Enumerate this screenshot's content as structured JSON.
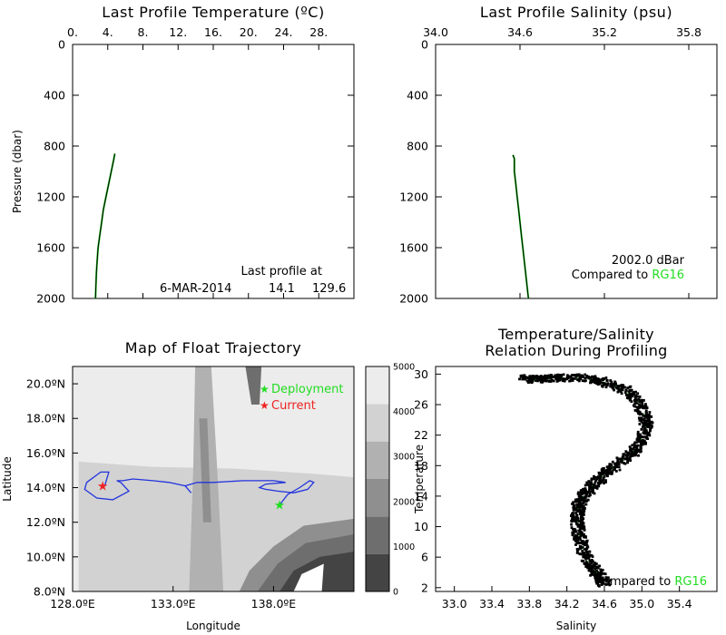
{
  "chart_data": [
    {
      "type": "line",
      "id": "temp",
      "title": "Last Profile Temperature (ºC)",
      "xlabel": "",
      "ylabel": "Pressure (dbar)",
      "xlim": [
        0,
        32
      ],
      "ylim": [
        2000,
        0
      ],
      "xticks": [
        0,
        4,
        8,
        12,
        16,
        20,
        24,
        28
      ],
      "xtick_labels": [
        "0.",
        "4.",
        "8.",
        "12.",
        "16.",
        "20.",
        "24.",
        "28."
      ],
      "yticks": [
        0,
        400,
        800,
        1200,
        1600,
        2000
      ],
      "series": [
        {
          "values_x": [
            4.8,
            4.7,
            4.4,
            4.1,
            3.8,
            3.5,
            3.3,
            3.1,
            2.9,
            2.8,
            2.7,
            2.6
          ],
          "values_y": [
            860,
            900,
            1000,
            1100,
            1200,
            1300,
            1400,
            1500,
            1600,
            1700,
            1800,
            2000
          ]
        }
      ],
      "annotation": {
        "line1": "Last profile at",
        "date": "6-MAR-2014",
        "lat": "14.1",
        "lon": "129.6"
      }
    },
    {
      "type": "line",
      "id": "salt",
      "title": "Last Profile Salinity (psu)",
      "xlabel": "",
      "ylabel": "",
      "xlim": [
        34.0,
        36.0
      ],
      "ylim": [
        2000,
        0
      ],
      "xticks": [
        34.0,
        34.6,
        35.2,
        35.8
      ],
      "xtick_labels": [
        "34.0",
        "34.6",
        "35.2",
        "35.8"
      ],
      "yticks": [
        0,
        400,
        800,
        1200,
        1600,
        2000
      ],
      "series": [
        {
          "values_x": [
            34.55,
            34.56,
            34.56,
            34.57,
            34.58,
            34.59,
            34.6,
            34.61,
            34.62,
            34.64,
            34.66
          ],
          "values_y": [
            870,
            900,
            1000,
            1100,
            1200,
            1300,
            1400,
            1500,
            1600,
            1800,
            2000
          ]
        }
      ],
      "annotation": {
        "depth": "2002.0 dBar",
        "compared": "Compared to ",
        "ref": "RG16"
      }
    },
    {
      "type": "heatmap",
      "id": "map",
      "title": "Map of Float Trajectory",
      "xlabel": "Longitude",
      "ylabel": "Latitude",
      "xlim": [
        128,
        142
      ],
      "ylim": [
        8,
        21
      ],
      "xtick_labels": [
        "128.0ºE",
        "133.0ºE",
        "138.0ºE"
      ],
      "xticks": [
        128,
        133,
        138
      ],
      "ytick_labels": [
        "8.0ºN",
        "10.0ºN",
        "12.0ºN",
        "14.0ºN",
        "16.0ºN",
        "18.0ºN",
        "20.0ºN"
      ],
      "yticks": [
        8,
        10,
        12,
        14,
        16,
        18,
        20
      ],
      "colorbar": {
        "ticks": [
          "0",
          "1000",
          "2000",
          "3000",
          "4000",
          "5000"
        ],
        "colors": [
          "#444444",
          "#6e6e6e",
          "#8f8f8f",
          "#b1b1b1",
          "#d2d2d2",
          "#ececec"
        ]
      },
      "legend": [
        {
          "label": "Deployment",
          "color": "#22dd22",
          "symbol": "★"
        },
        {
          "label": "Current",
          "color": "#ee2222",
          "symbol": "★"
        }
      ],
      "deployment": {
        "lon": 138.3,
        "lat": 13.0
      },
      "current": {
        "lon": 129.5,
        "lat": 14.1
      },
      "trajectory": {
        "lon": [
          138.3,
          138.7,
          139.3,
          139.8,
          140.0,
          139.7,
          139.0,
          138.2,
          137.6,
          137.3,
          137.6,
          138.6,
          138.0,
          136.5,
          135.0,
          134.2,
          133.6,
          133.9,
          133.6,
          132.8,
          132.0,
          131.0,
          130.5,
          130.2,
          130.4,
          130.8,
          130.0,
          129.2,
          128.6,
          128.7,
          129.4,
          129.8,
          129.6
        ],
        "lat": [
          13.0,
          13.6,
          14.0,
          14.4,
          14.3,
          13.9,
          13.7,
          13.8,
          13.9,
          14.0,
          14.2,
          14.3,
          14.4,
          14.4,
          14.3,
          14.3,
          14.1,
          13.7,
          14.1,
          14.3,
          14.4,
          14.5,
          14.4,
          14.4,
          14.3,
          13.8,
          13.3,
          13.4,
          13.9,
          14.3,
          14.9,
          14.9,
          14.1
        ]
      }
    },
    {
      "type": "scatter",
      "id": "ts",
      "title": "Temperature/Salinity",
      "subtitle": "Relation During Profiling",
      "xlabel": "Salinity",
      "ylabel": "Temperature",
      "xlim": [
        32.8,
        35.8
      ],
      "ylim": [
        1.5,
        31
      ],
      "xticks": [
        33.0,
        33.4,
        33.8,
        34.2,
        34.6,
        35.0,
        35.4
      ],
      "xtick_labels": [
        "33.0",
        "33.4",
        "33.8",
        "34.2",
        "34.6",
        "35.0",
        "35.4"
      ],
      "yticks": [
        2,
        6,
        10,
        14,
        18,
        22,
        26,
        30
      ],
      "ts_curve": {
        "salinity": [
          34.6,
          34.55,
          34.45,
          34.38,
          34.33,
          34.31,
          34.32,
          34.38,
          34.48,
          34.62,
          34.78,
          34.92,
          35.02,
          35.05,
          34.98,
          34.82,
          34.6,
          34.35,
          34.1,
          33.9,
          33.75
        ],
        "temperature": [
          2.5,
          3.5,
          5,
          7,
          9,
          11,
          12.5,
          14,
          15.5,
          17,
          18.5,
          20,
          22,
          24,
          26,
          28,
          29,
          29.5,
          29.5,
          29.3,
          29.4
        ]
      },
      "annotation": {
        "compared": "Compared to ",
        "ref": "RG16"
      }
    }
  ]
}
